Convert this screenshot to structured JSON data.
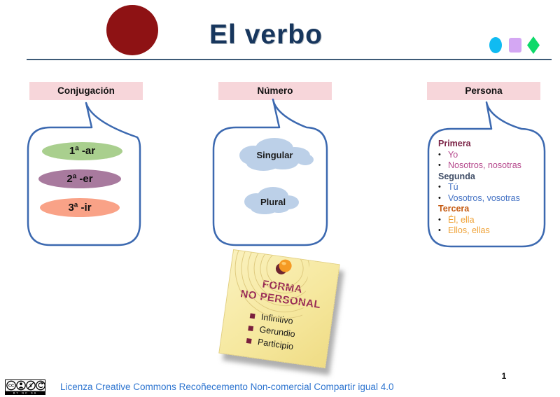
{
  "title": "El verbo",
  "page_number": "1",
  "decor": {
    "accent_circle_color": "#8e1214",
    "shapes": [
      {
        "name": "ellipse",
        "color": "#10bbf2"
      },
      {
        "name": "square",
        "color": "#d4a7f3"
      },
      {
        "name": "diamond",
        "color": "#0ed96a"
      }
    ]
  },
  "sections": {
    "conjugacion": {
      "header": "Conjugación",
      "items": [
        {
          "label": "1ª -ar",
          "color": "#a9cf8e"
        },
        {
          "label": "2ª -er",
          "color": "#a87a9e"
        },
        {
          "label": "3ª -ir",
          "color": "#f9a287"
        }
      ]
    },
    "numero": {
      "header": "Número",
      "cloud_color": "#bcd0e8",
      "items": [
        {
          "label": "Singular"
        },
        {
          "label": "Plural"
        }
      ]
    },
    "persona": {
      "header": "Persona",
      "groups": [
        {
          "title": "Primera",
          "title_color": "#7b2346",
          "item_color": "#b5488c",
          "items": [
            "Yo",
            "Nosotros, nosotras"
          ]
        },
        {
          "title": "Segunda",
          "title_color": "#3f4d66",
          "item_color": "#4472c4",
          "items": [
            "Tú",
            "Vosotros, vosotras"
          ]
        },
        {
          "title": "Tercera",
          "title_color": "#c55a11",
          "item_color": "#efa033",
          "items": [
            "Él, ella",
            "Ellos, ellas"
          ]
        }
      ]
    }
  },
  "note": {
    "title_line1": "FORMA",
    "title_line2": "NO PERSONAL",
    "title_color": "#992b56",
    "paper_color": "#f6e89f",
    "items": [
      "Infinitivo",
      "Gerundio",
      "Participio"
    ]
  },
  "footer": {
    "license_text": "Licenza Creative Commons Recoñecemento Non-comercial Compartir igual 4.0",
    "cc_circle_label": "CC",
    "cc_badge_labels": "BY  NC  SA"
  }
}
